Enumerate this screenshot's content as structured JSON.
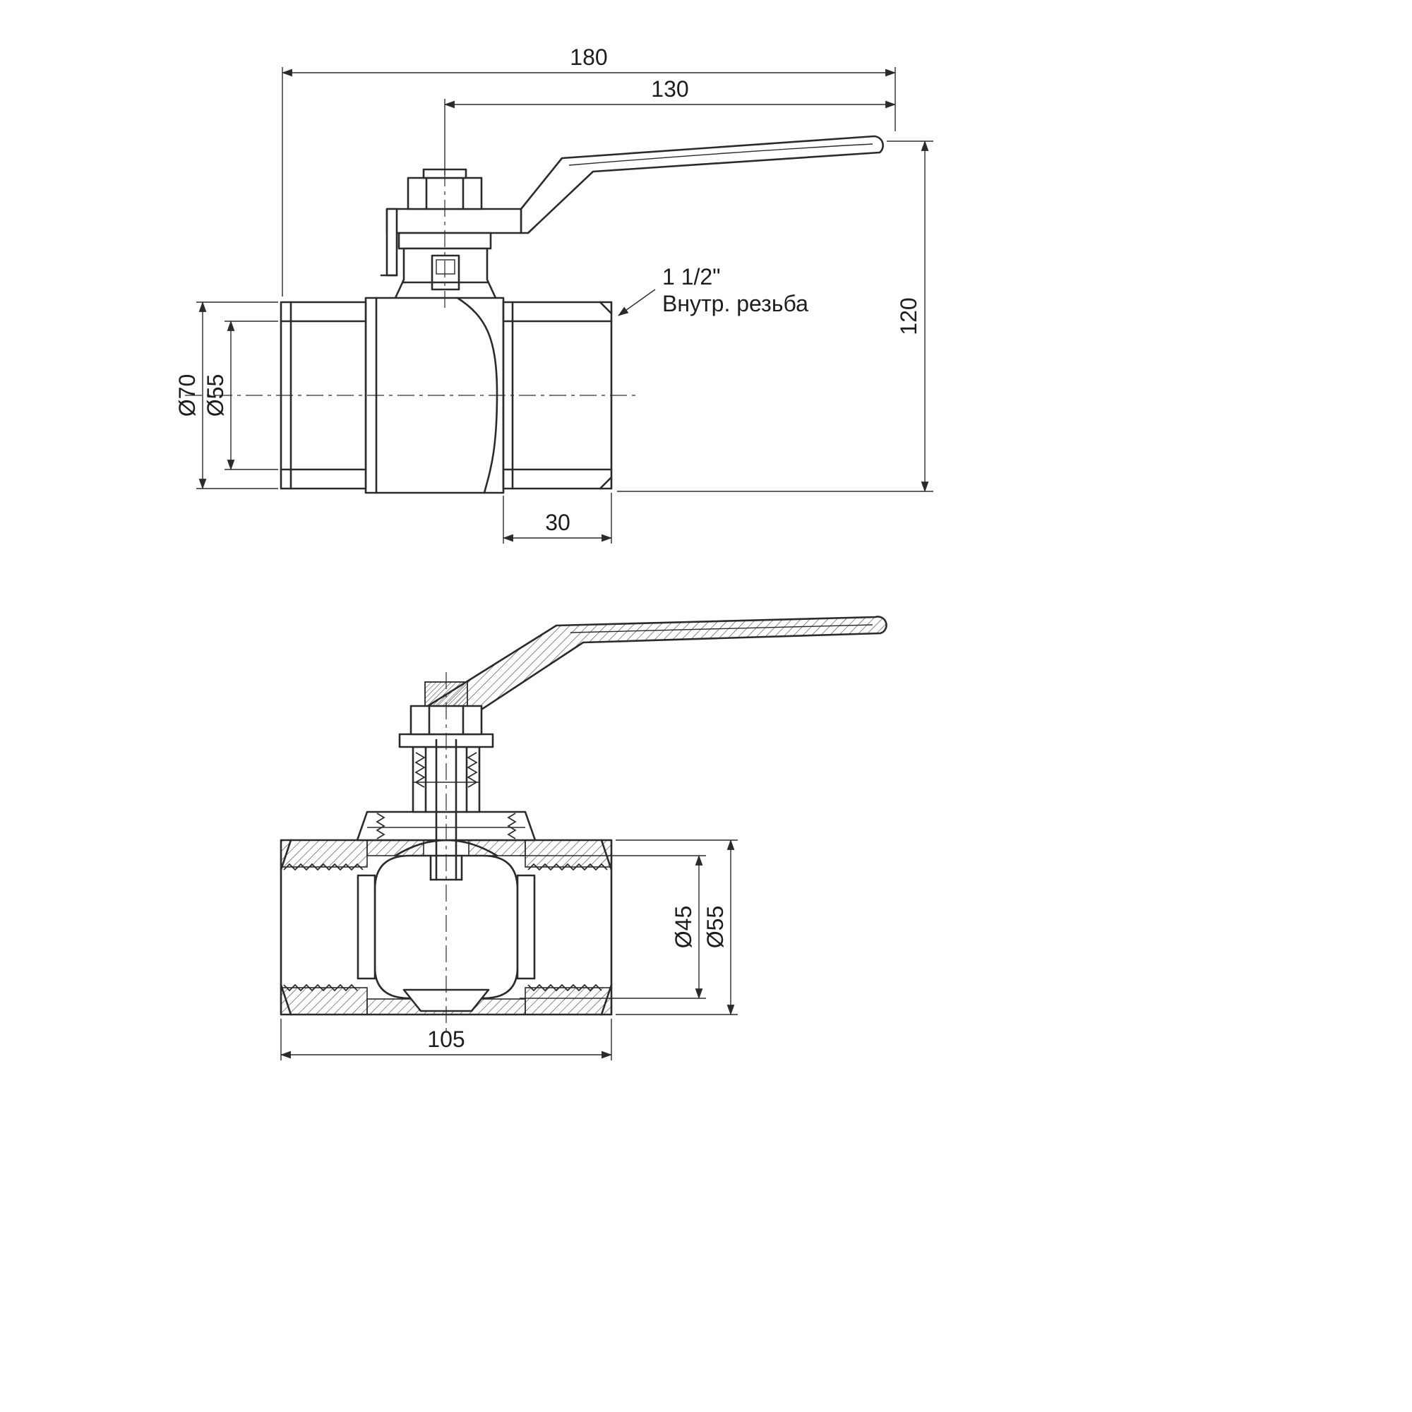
{
  "drawing": {
    "subject": "ball-valve-two-view-technical-drawing",
    "background": "#ffffff",
    "line_color": "#2b2b2b",
    "views": {
      "side": {
        "dims": {
          "total_length": "180",
          "handle_length": "130",
          "height": "120",
          "outer_diameter": "Ø70",
          "nut_diameter": "Ø55",
          "port_depth": "30"
        },
        "annotation": {
          "line1": "1 1/2\"",
          "line2": "Внутр. резьба"
        }
      },
      "section": {
        "dims": {
          "body_length": "105",
          "ball_diameter": "Ø45",
          "bore_diameter": "Ø55"
        }
      }
    }
  }
}
